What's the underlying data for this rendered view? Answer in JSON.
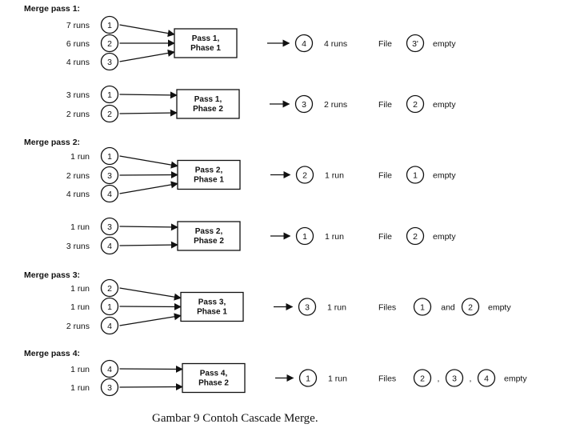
{
  "caption": "Gambar 9   Contoh  Cascade Merge.",
  "sections": [
    {
      "header": "Merge pass 1:",
      "phases": [
        {
          "inputs": [
            {
              "label": "7 runs",
              "file": "1"
            },
            {
              "label": "6 runs",
              "file": "2"
            },
            {
              "label": "4 runs",
              "file": "3"
            }
          ],
          "box": [
            "Pass 1,",
            "Phase 1"
          ],
          "output": {
            "file": "4",
            "label": "4 runs"
          },
          "result": {
            "prefix": "File",
            "files": [
              "3'"
            ],
            "sep": [],
            "suffix": "empty"
          }
        },
        {
          "inputs": [
            {
              "label": "3 runs",
              "file": "1"
            },
            {
              "label": "2 runs",
              "file": "2"
            }
          ],
          "box": [
            "Pass 1,",
            "Phase 2"
          ],
          "output": {
            "file": "3",
            "label": "2 runs"
          },
          "result": {
            "prefix": "File",
            "files": [
              "2"
            ],
            "sep": [],
            "suffix": "empty"
          }
        }
      ]
    },
    {
      "header": "Merge pass 2:",
      "phases": [
        {
          "inputs": [
            {
              "label": "1 run",
              "file": "1"
            },
            {
              "label": "2 runs",
              "file": "3"
            },
            {
              "label": "4 runs",
              "file": "4"
            }
          ],
          "box": [
            "Pass 2,",
            "Phase 1"
          ],
          "output": {
            "file": "2",
            "label": "1 run"
          },
          "result": {
            "prefix": "File",
            "files": [
              "1"
            ],
            "sep": [],
            "suffix": "empty"
          }
        },
        {
          "inputs": [
            {
              "label": "1 run",
              "file": "3"
            },
            {
              "label": "3 runs",
              "file": "4"
            }
          ],
          "box": [
            "Pass 2,",
            "Phase 2"
          ],
          "output": {
            "file": "1",
            "label": "1 run"
          },
          "result": {
            "prefix": "File",
            "files": [
              "2"
            ],
            "sep": [],
            "suffix": "empty"
          }
        }
      ]
    },
    {
      "header": "Merge pass 3:",
      "phases": [
        {
          "inputs": [
            {
              "label": "1 run",
              "file": "2"
            },
            {
              "label": "1 run",
              "file": "1"
            },
            {
              "label": "2 runs",
              "file": "4"
            }
          ],
          "box": [
            "Pass 3,",
            "Phase 1"
          ],
          "output": {
            "file": "3",
            "label": "1 run"
          },
          "result": {
            "prefix": "Files",
            "files": [
              "1",
              "2"
            ],
            "sep": [
              "and"
            ],
            "suffix": "empty"
          }
        }
      ]
    },
    {
      "header": "Merge pass 4:",
      "phases": [
        {
          "inputs": [
            {
              "label": "1 run",
              "file": "4"
            },
            {
              "label": "1 run",
              "file": "3"
            }
          ],
          "box": [
            "Pass 4,",
            "Phase 2"
          ],
          "output": {
            "file": "1",
            "label": "1 run"
          },
          "result": {
            "prefix": "Files",
            "files": [
              "2",
              "3",
              "4"
            ],
            "sep": [
              ",",
              ","
            ],
            "suffix": "empty"
          }
        }
      ]
    }
  ]
}
